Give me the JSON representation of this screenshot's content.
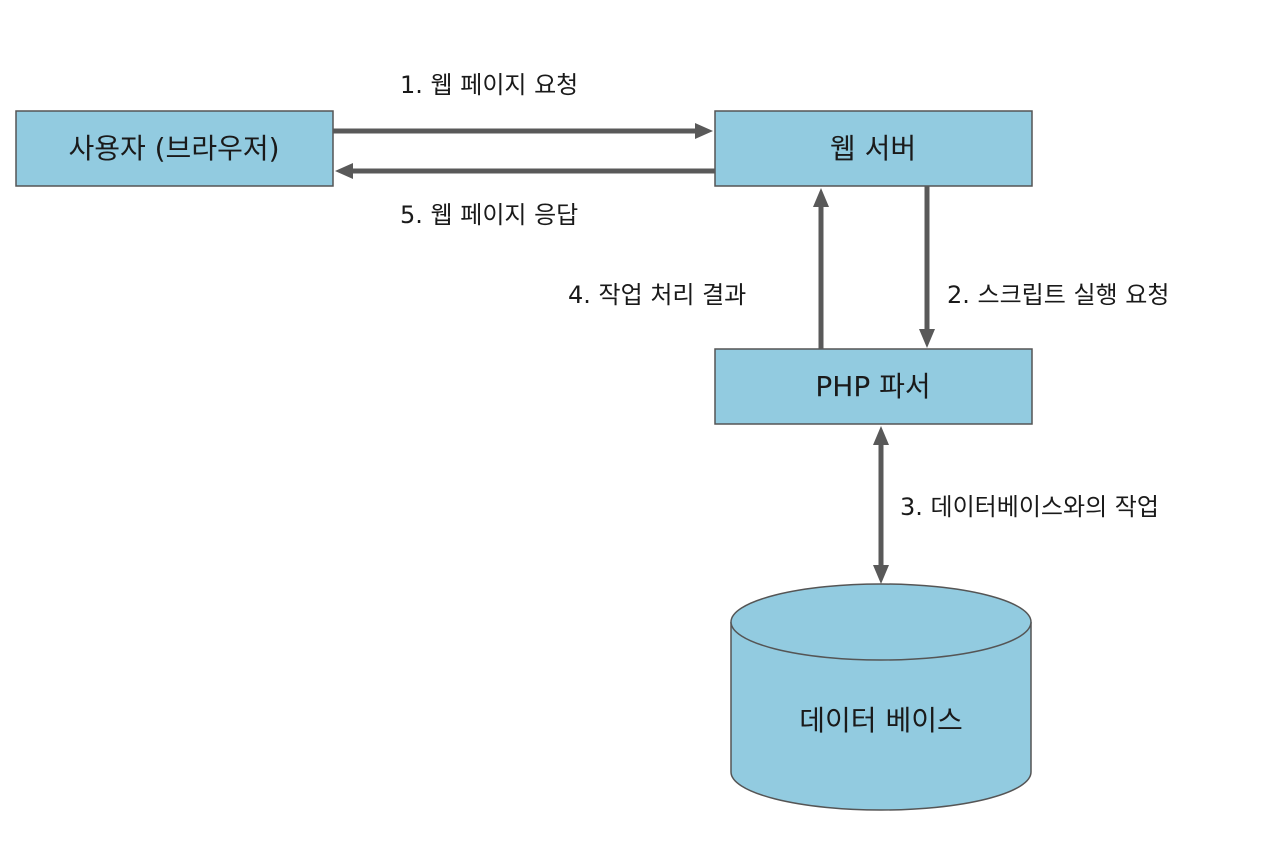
{
  "nodes": {
    "user": "사용자 (브라우저)",
    "web_server": "웹 서버",
    "php_parser": "PHP 파서",
    "database": "데이터 베이스"
  },
  "edges": {
    "step1": "1. 웹 페이지 요청",
    "step2": "2. 스크립트 실행 요청",
    "step3": "3. 데이터베이스와의 작업",
    "step4": "4. 작업 처리 결과",
    "step5": "5. 웹 페이지 응답"
  },
  "colors": {
    "node_fill": "#92cbe0",
    "node_border": "#555555",
    "arrow": "#595959",
    "text": "#1a1a1a"
  }
}
